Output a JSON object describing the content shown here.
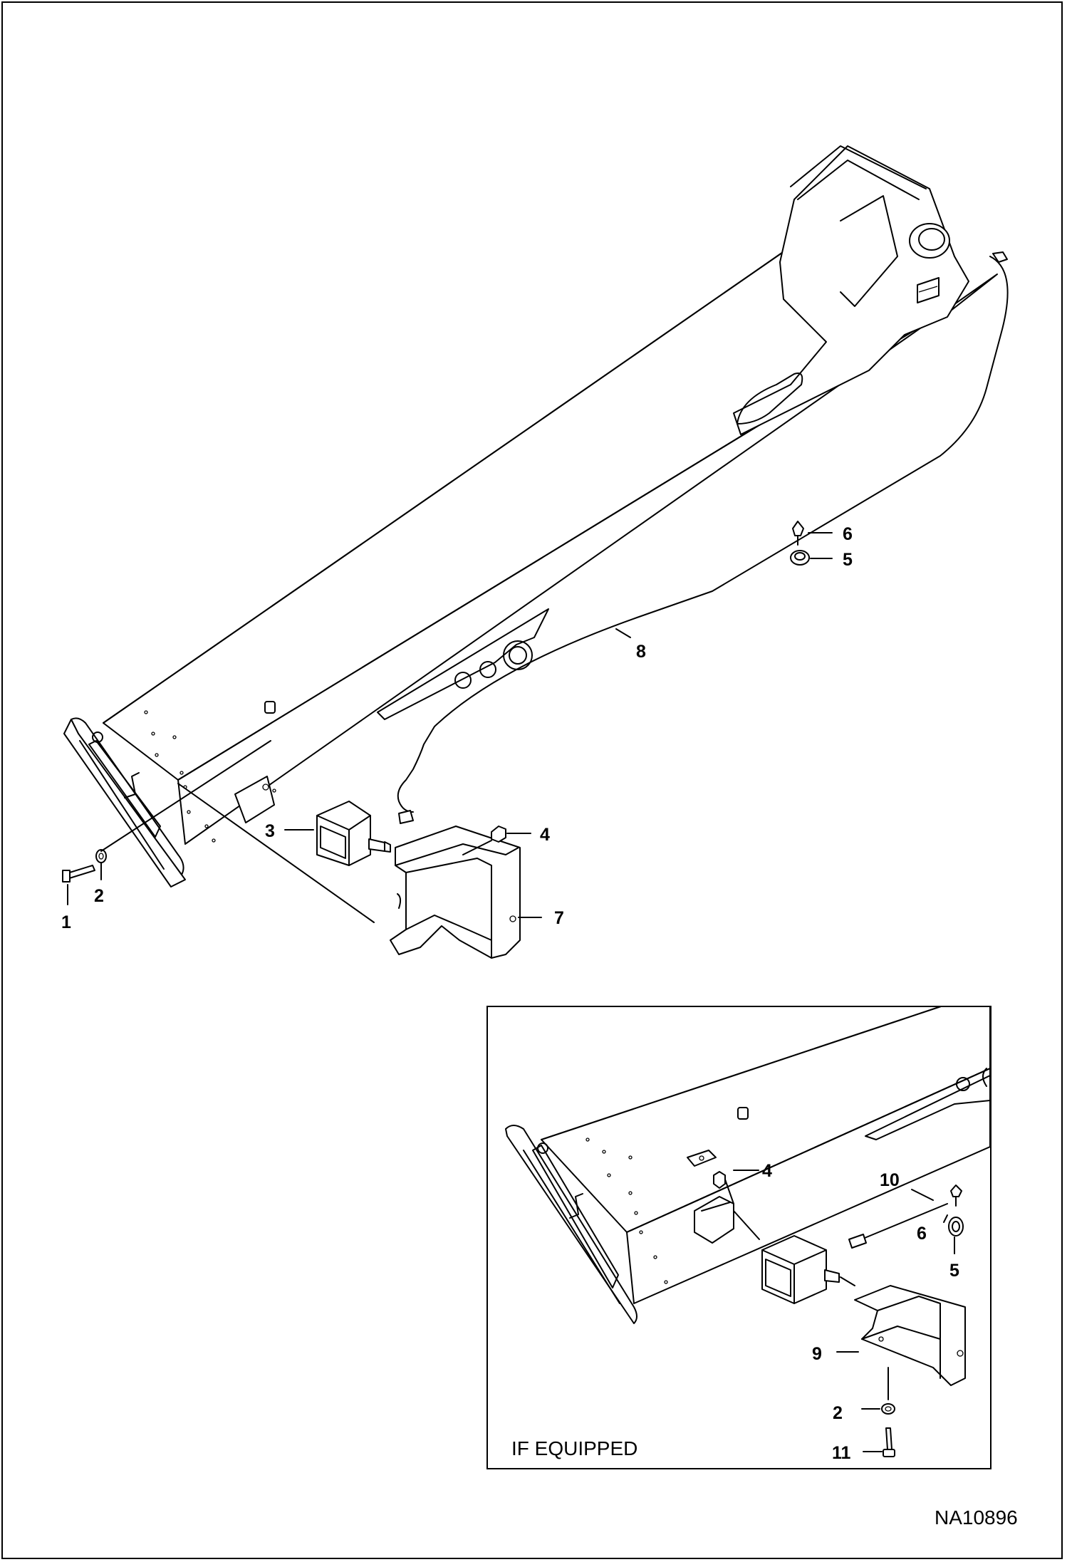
{
  "figure_id": "NA10896",
  "inset": {
    "caption": "IF EQUIPPED"
  },
  "callouts": {
    "main": [
      "1",
      "2",
      "3",
      "4",
      "5",
      "6",
      "7",
      "8"
    ],
    "inset": [
      "2",
      "4",
      "5",
      "6",
      "9",
      "10",
      "11"
    ]
  }
}
